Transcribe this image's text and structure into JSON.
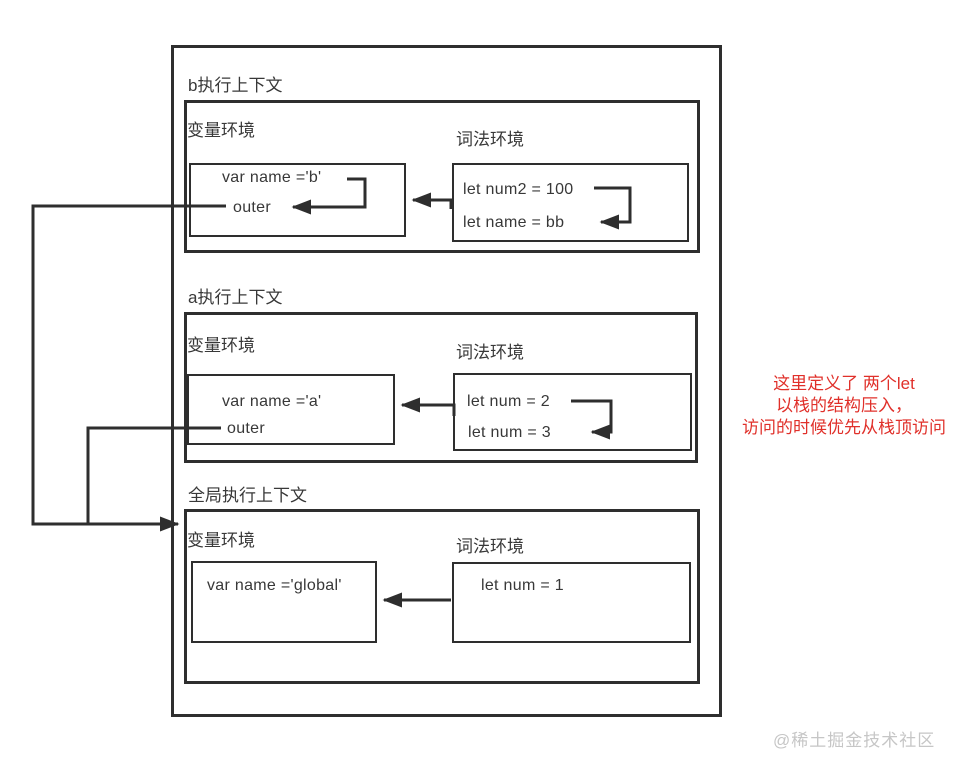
{
  "colors": {
    "line": "#2e2e2e",
    "text": "#383838",
    "annotation_red": "#e0302a",
    "watermark_gray": "#c6c6c6"
  },
  "contexts": [
    {
      "id": "b",
      "title": "b执行上下文",
      "variable_env": {
        "label": "变量环境",
        "entries": [
          "var name ='b'",
          "outer"
        ]
      },
      "lexical_env": {
        "label": "词法环境",
        "entries": [
          "let num2 = 100",
          "let name = bb"
        ]
      }
    },
    {
      "id": "a",
      "title": "a执行上下文",
      "variable_env": {
        "label": "变量环境",
        "entries": [
          "var name ='a'",
          "outer"
        ]
      },
      "lexical_env": {
        "label": "词法环境",
        "entries": [
          "let num = 2",
          "let num = 3"
        ]
      }
    },
    {
      "id": "global",
      "title": "全局执行上下文",
      "variable_env": {
        "label": "变量环境",
        "entries": [
          "var name ='global'"
        ]
      },
      "lexical_env": {
        "label": "词法环境",
        "entries": [
          "let num = 1"
        ]
      }
    }
  ],
  "arrows": [
    "b-var-self-arrow",
    "b-lex-stack-arrow",
    "a-lex-stack-arrow",
    "b-lex-to-var-arrow",
    "a-lex-to-var-arrow",
    "global-lex-to-var-arrow",
    "b-outer-to-global-arrow",
    "a-outer-to-global-line"
  ],
  "annotation": {
    "line1": "这里定义了 两个let",
    "line2": "以栈的结构压入，",
    "line3": "访问的时候优先从栈顶访问"
  },
  "watermark": "@稀土掘金技术社区"
}
